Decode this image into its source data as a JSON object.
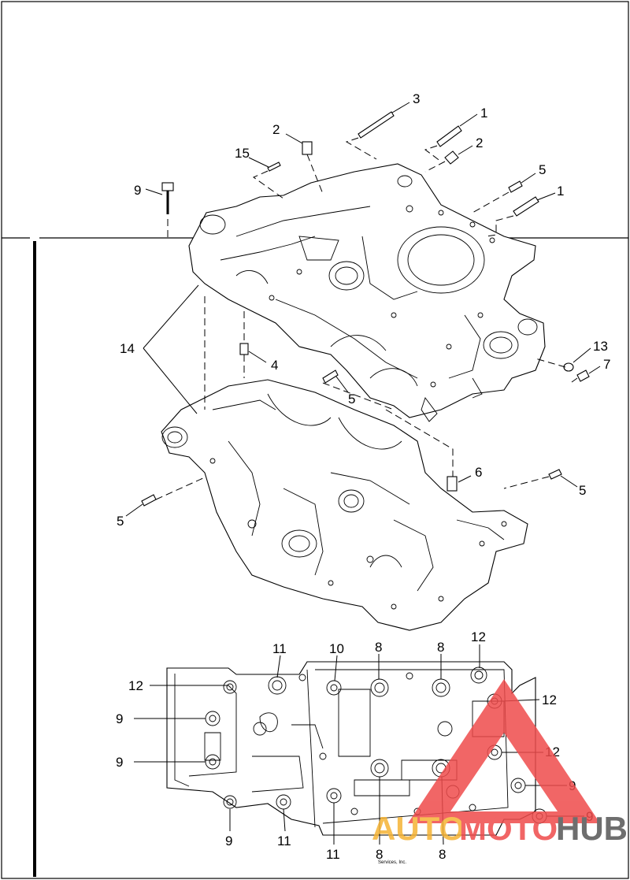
{
  "callouts_top": {
    "c1a": "1",
    "c1b": "1",
    "c2a": "2",
    "c2b": "2",
    "c3": "3",
    "c4": "4",
    "c5a": "5",
    "c5b": "5",
    "c5c": "5",
    "c5d": "5",
    "c6": "6",
    "c7": "7",
    "c9": "9",
    "c13": "13",
    "c14": "14",
    "c15": "15"
  },
  "callouts_bottom": {
    "c8a": "8",
    "c8b": "8",
    "c8c": "8",
    "c8d": "8",
    "c9a": "9",
    "c9b": "9",
    "c9c": "9",
    "c9d": "9",
    "c9e": "9",
    "c10": "10",
    "c11a": "11",
    "c11b": "11",
    "c11c": "11",
    "c12a": "12",
    "c12b": "12",
    "c12c": "12",
    "c12d": "12"
  },
  "watermark": {
    "text_auto": "AUTO",
    "text_moto": "MOTO",
    "text_hub": "HUB",
    "color_auto": "#f5b335",
    "color_hub": "#555555",
    "triangle_color": "#ef4b4b"
  },
  "footer_text": "Services, Inc."
}
